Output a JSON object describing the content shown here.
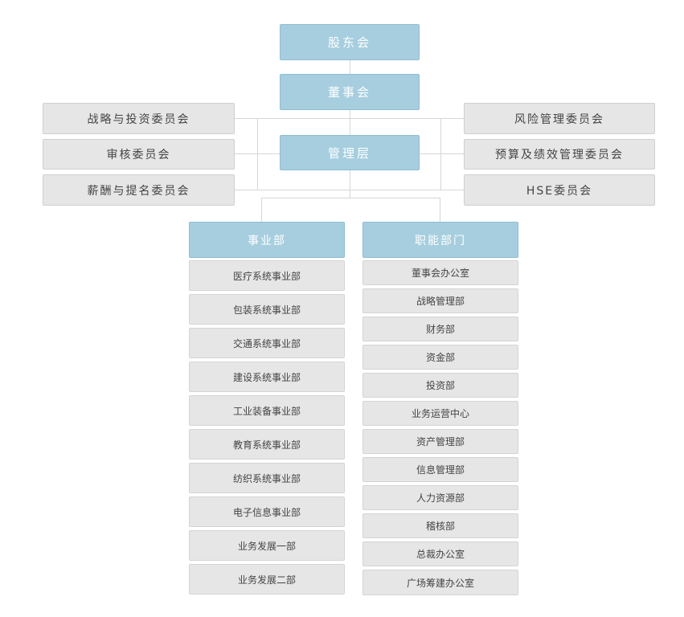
{
  "top": [
    "股东会",
    "董事会",
    "管理层"
  ],
  "left_committees": [
    "战略与投资委员会",
    "审核委员会",
    "薪酬与提名委员会"
  ],
  "right_committees": [
    "风险管理委员会",
    "预算及绩效管理委员会",
    "HSE委员会"
  ],
  "business": {
    "title": "事业部",
    "items": [
      "医疗系统事业部",
      "包装系统事业部",
      "交通系统事业部",
      "建设系统事业部",
      "工业装备事业部",
      "教育系统事业部",
      "纺织系统事业部",
      "电子信息事业部",
      "业务发展一部",
      "业务发展二部"
    ]
  },
  "functional": {
    "title": "职能部门",
    "items": [
      "董事会办公室",
      "战略管理部",
      "财务部",
      "资金部",
      "投资部",
      "业务运营中心",
      "资产管理部",
      "信息管理部",
      "人力资源部",
      "稽核部",
      "总裁办公室",
      "广场筹建办公室"
    ]
  },
  "colors": {
    "header_fill": "#a6cedf",
    "box_fill": "#e6e6e6",
    "text": "#444444",
    "connector": "#d6d6d6"
  }
}
